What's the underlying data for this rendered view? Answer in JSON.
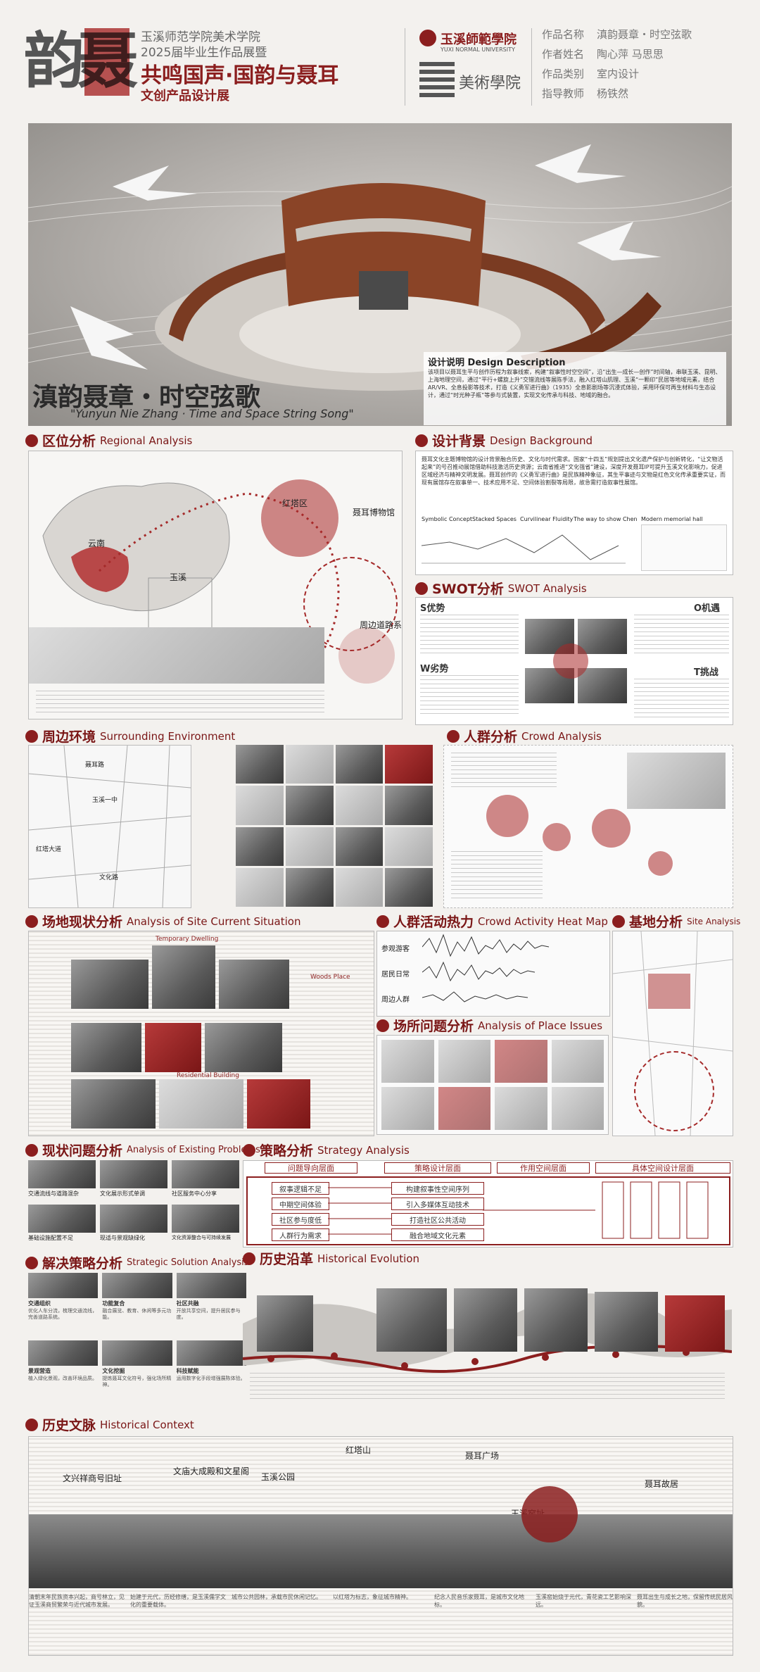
{
  "header": {
    "logo_glyphs": "韵聂",
    "school": "玉溪师范学院美术学院",
    "exhibition": "2025届毕业生作品展暨",
    "main_title": "共鸣国声·国韵与聂耳",
    "subtitle": "文创产品设计展",
    "university_cn": "玉溪師範學院",
    "university_en": "YUXI NORMAL UNIVERSITY",
    "art_school": "美術學院",
    "info": [
      {
        "label": "作品名称",
        "value": "滇韵聂章・时空弦歌"
      },
      {
        "label": "作者姓名",
        "value": "陶心萍  马思思"
      },
      {
        "label": "作品类别",
        "value": "室内设计"
      },
      {
        "label": "指导教师",
        "value": "杨铁然"
      }
    ]
  },
  "hero": {
    "title_cn": "滇韵聂章・时空弦歌",
    "title_en": "\"Yunyun Nie Zhang · Time and Space String Song\"",
    "desc_title": "设计说明 Design Description",
    "desc_text": "该项目以聂耳生平与创作历程为叙事线索，构建“叙事性时空空间”，沿“出生—成长—创作”时间轴，串联玉溪、昆明、上海地理空间，通过“平行+螺旋上升”交错流线等展陈手法，融入红塔山肌理、玉溪“一颗印”民居等地域元素，结合AR/VR、全息投影等技术，打造《义勇军进行曲》（1935）全息影剧场等沉浸式体验，采用环保可再生材料与生态设计，通过“时光种子瓶”等参与式装置，实现文化传承与科技、地域的融合。"
  },
  "sections": {
    "regional": {
      "zh": "区位分析",
      "en": "Regional Analysis"
    },
    "background": {
      "zh": "设计背景",
      "en": "Design Background"
    },
    "swot": {
      "zh": "SWOT分析",
      "en": "SWOT Analysis"
    },
    "surrounding": {
      "zh": "周边环境",
      "en": "Surrounding Environment"
    },
    "crowd": {
      "zh": "人群分析",
      "en": "Crowd Analysis"
    },
    "site": {
      "zh": "场地现状分析",
      "en": "Analysis of Site Current Situation"
    },
    "heat": {
      "zh": "人群活动热力",
      "en": "Crowd Activity Heat Map"
    },
    "base": {
      "zh": "基地分析",
      "en": "Site Analysis"
    },
    "issues": {
      "zh": "场所问题分析",
      "en": "Analysis of Place Issues"
    },
    "existing": {
      "zh": "现状问题分析",
      "en": "Analysis of Existing Problems"
    },
    "strategy": {
      "zh": "策略分析",
      "en": "Strategy Analysis"
    },
    "solution": {
      "zh": "解决策略分析",
      "en": "Strategic Solution Analysis"
    },
    "history": {
      "zh": "历史沿革",
      "en": "Historical Evolution"
    },
    "context": {
      "zh": "历史文脉",
      "en": "Historical Context"
    }
  },
  "regional": {
    "labels": [
      "红塔区",
      "聂耳博物馆",
      "云南",
      "玉溪",
      "周边道路系统"
    ]
  },
  "background": {
    "text": "聂耳文化主题博物馆的设计背景融合历史、文化与时代需求。国家“十四五”规划提出文化遗产保护与创新转化，“让文物活起来”的号召推动展馆借助科技激活历史资源；云南省推进“文化强省”建设，深度开发聂耳IP可提升玉溪文化影响力，促进区域经济与精神文明发展。聂耳创作的《义勇军进行曲》是民族精神象征，其生平事迹与文物是红色文化传承重要实证，而现有展馆存在叙事单一、技术应用不足、空间体验割裂等局限，故急需打造叙事性展馆。",
    "concepts": [
      "Symbolic Concept",
      "Stacked Spaces",
      "Curvilinear Fluidity",
      "The way to show Chen"
    ],
    "memorial": "Modern memorial hall"
  },
  "swot": {
    "s": "S优势",
    "w": "W劣势",
    "o": "O机遇",
    "t": "T挑战"
  },
  "surrounding": {
    "roads": [
      "聂耳路",
      "玉溪一中",
      "红塔大道",
      "文化路"
    ]
  },
  "heat": {
    "rows": [
      "参观游客",
      "居民日常",
      "周边人群"
    ]
  },
  "site": {
    "tags": [
      "Temporary Dwelling",
      "Woods Place",
      "Residential Building"
    ]
  },
  "existing": {
    "captions": [
      "交通流线与道路混杂",
      "文化展示形式单调",
      "社区服务中心分享",
      "基础设施配置不足",
      "现适与景观缺绿化",
      "文化资源整合与可持续发展"
    ]
  },
  "strategy": {
    "headers": [
      "问题导向层面",
      "策略设计层面",
      "作用空间层面",
      "具体空间设计层面"
    ],
    "left_items": [
      "叙事逻辑不足",
      "中期空间体验",
      "社区参与度低",
      "人群行为需求"
    ],
    "mid_items": [
      "构建叙事性空间序列",
      "引入多媒体互动技术",
      "打造社区公共活动",
      "融合地域文化元素"
    ]
  },
  "solution": {
    "items": [
      {
        "title": "交通组织",
        "text": "优化人车分流，梳理交通流线，完善道路系统。"
      },
      {
        "title": "功能复合",
        "text": "融合展览、教育、休闲等多元功能。"
      },
      {
        "title": "社区共融",
        "text": "开放共享空间，提升居民参与度。"
      },
      {
        "title": "景观营造",
        "text": "植入绿化景观，改善环境品质。"
      },
      {
        "title": "文化挖掘",
        "text": "提炼聂耳文化符号，强化场所精神。"
      },
      {
        "title": "科技赋能",
        "text": "运用数字化手段增强展陈体验。"
      }
    ]
  },
  "context": {
    "places": [
      "文兴祥商号旧址",
      "文庙大成殿和文星阁",
      "玉溪公园",
      "红塔山",
      "聂耳广场",
      "玉溪窑址",
      "聂耳故居"
    ],
    "captions": [
      "清朝末年民族资本兴起，商号林立，见证玉溪商贸繁荣与近代城市发展。",
      "始建于元代，历经修缮，是玉溪儒学文化的重要载体。",
      "城市公共园林，承载市民休闲记忆。",
      "以红塔为标志，象征城市精神。",
      "纪念人民音乐家聂耳，是城市文化地标。",
      "玉溪窑始烧于元代，青花瓷工艺影响深远。",
      "聂耳出生与成长之地，保留传统民居风貌。"
    ]
  }
}
